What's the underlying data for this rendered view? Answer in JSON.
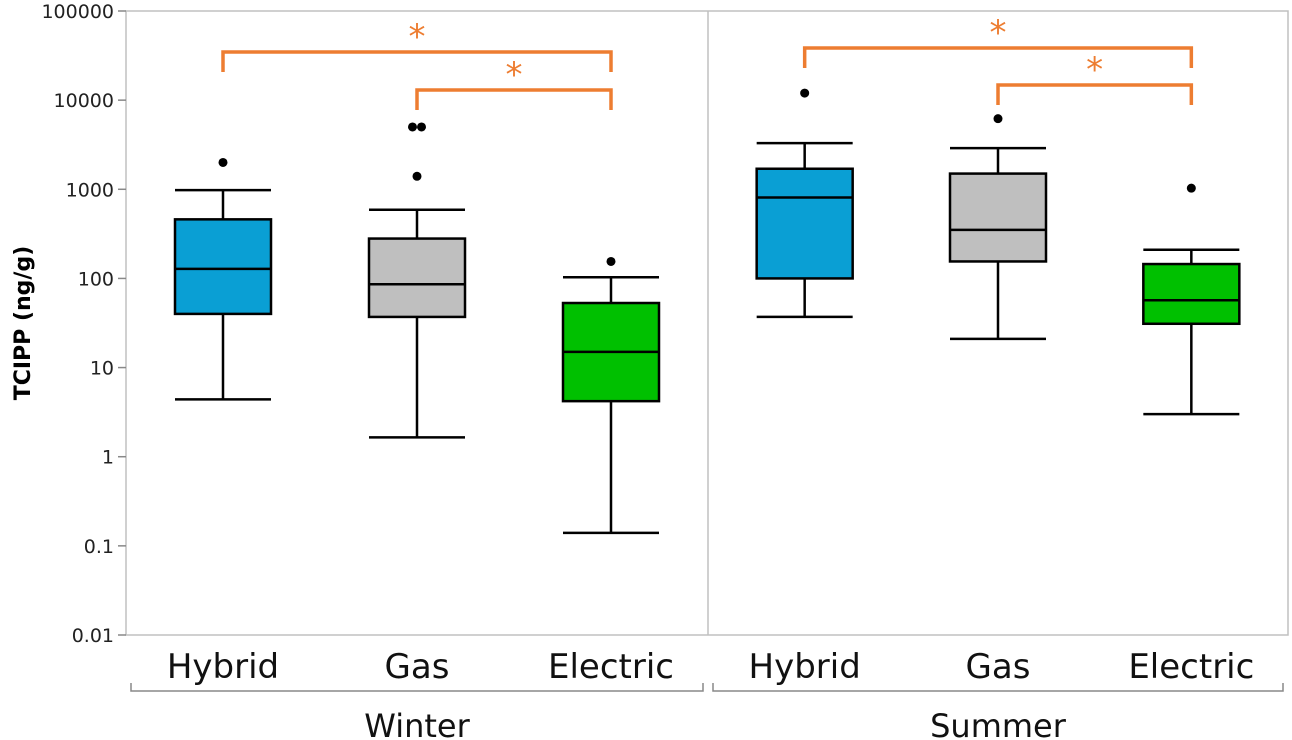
{
  "chart_data": {
    "type": "box",
    "ylabel": "TCIPP (ng/g)",
    "yscale": "log",
    "ylim": [
      0.01,
      100000
    ],
    "yticks": [
      "100000",
      "10000",
      "1000",
      "100",
      "10",
      "1",
      "0.1",
      "0.01"
    ],
    "grid": false,
    "panels": [
      {
        "name": "Winter",
        "boxes": [
          {
            "category": "Hybrid",
            "color": "#0a9fd4",
            "whisker_low": 4.4,
            "q1": 40,
            "median": 128,
            "q3": 460,
            "whisker_high": 980,
            "outliers": [
              2000
            ]
          },
          {
            "category": "Gas",
            "color": "#bfbfbf",
            "whisker_low": 1.65,
            "q1": 37,
            "median": 86,
            "q3": 280,
            "whisker_high": 590,
            "outliers": [
              1400,
              5000,
              5000
            ]
          },
          {
            "category": "Electric",
            "color": "#00c000",
            "whisker_low": 0.14,
            "q1": 4.2,
            "median": 15,
            "q3": 53,
            "whisker_high": 103,
            "outliers": [
              155
            ]
          }
        ],
        "significance": [
          {
            "from": "Hybrid",
            "to": "Electric",
            "label": "*"
          },
          {
            "from": "Gas",
            "to": "Electric",
            "label": "*"
          }
        ]
      },
      {
        "name": "Summer",
        "boxes": [
          {
            "category": "Hybrid",
            "color": "#0a9fd4",
            "whisker_low": 37,
            "q1": 100,
            "median": 810,
            "q3": 1700,
            "whisker_high": 3300,
            "outliers": [
              12000
            ]
          },
          {
            "category": "Gas",
            "color": "#bfbfbf",
            "whisker_low": 21,
            "q1": 155,
            "median": 350,
            "q3": 1500,
            "whisker_high": 2900,
            "outliers": [
              6200
            ]
          },
          {
            "category": "Electric",
            "color": "#00c000",
            "whisker_low": 3,
            "q1": 31,
            "median": 57,
            "q3": 145,
            "whisker_high": 210,
            "outliers": [
              1030
            ]
          }
        ],
        "significance": [
          {
            "from": "Hybrid",
            "to": "Electric",
            "label": "*"
          },
          {
            "from": "Gas",
            "to": "Electric",
            "label": "*"
          }
        ]
      }
    ],
    "colors": {
      "bracket": "#ed7d31",
      "axis": "#c0c0c0",
      "stroke": "#000000"
    }
  }
}
